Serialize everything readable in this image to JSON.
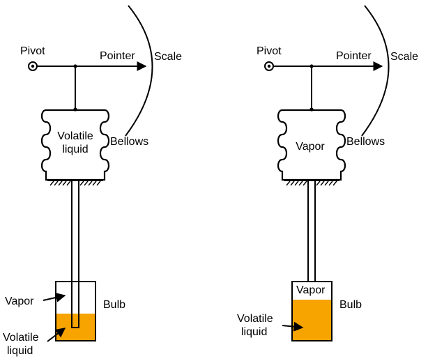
{
  "colors": {
    "liquid": "#F7A400",
    "line": "#000000",
    "background": "#FFFFFF"
  },
  "left": {
    "pivot": "Pivot",
    "pointer": "Pointer",
    "scale": "Scale",
    "bellows_content_line1": "Volatile",
    "bellows_content_line2": "liquid",
    "bellows": "Bellows",
    "bulb": "Bulb",
    "vapor": "Vapor",
    "liquid_line1": "Volatile",
    "liquid_line2": "liquid"
  },
  "right": {
    "pivot": "Pivot",
    "pointer": "Pointer",
    "scale": "Scale",
    "bellows_content": "Vapor",
    "bellows": "Bellows",
    "bulb": "Bulb",
    "vapor": "Vapor",
    "liquid_line1": "Volatile",
    "liquid_line2": "liquid"
  }
}
